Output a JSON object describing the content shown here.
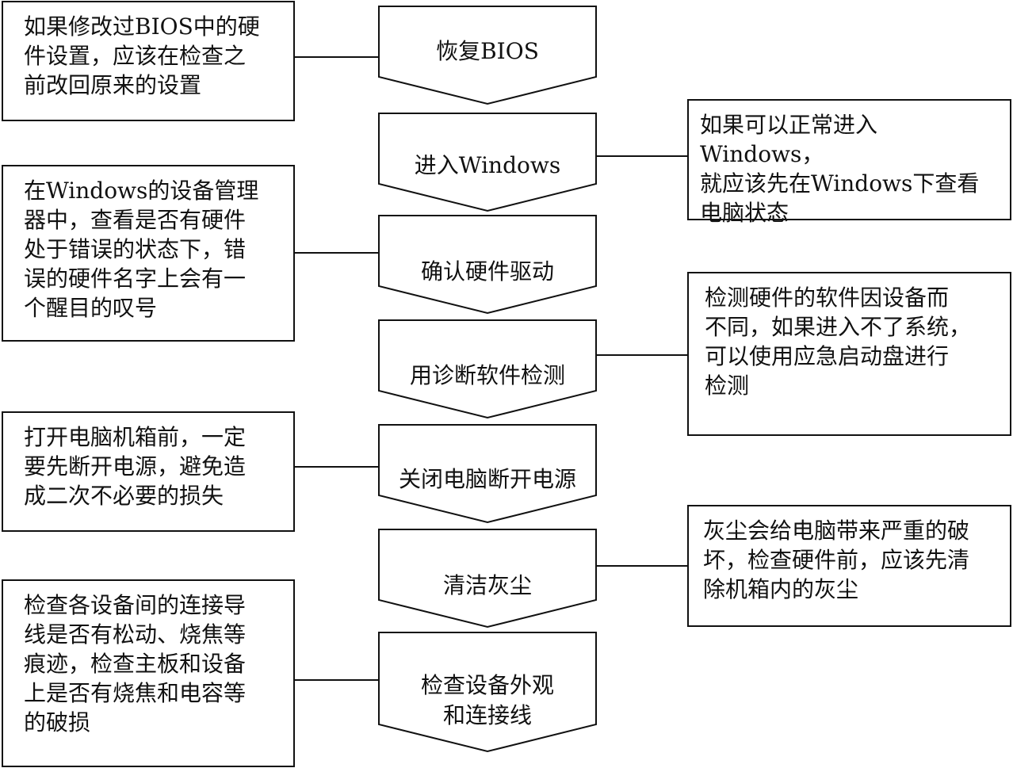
{
  "steps": [
    {
      "label": "恢复BIOS"
    },
    {
      "label": "进入Windows"
    },
    {
      "label": "确认硬件驱动"
    },
    {
      "label": "用诊断软件检测"
    },
    {
      "label": "关闭电脑断开电源"
    },
    {
      "label": "清洁灰尘"
    },
    {
      "label": "检查设备外观\n和连接线"
    }
  ],
  "notes_left": [
    {
      "text": "如果修改过BIOS中的硬\n件设置，应该在检查之\n前改回原来的设置"
    },
    {
      "text": "在Windows的设备管理\n器中，查看是否有硬件\n处于错误的状态下，错\n误的硬件名字上会有一\n个醒目的叹号"
    },
    {
      "text": "打开电脑机箱前，一定\n要先断开电源，避免造\n成二次不必要的损失"
    },
    {
      "text": "检查各设备间的连接导\n线是否有松动、烧焦等\n痕迹，检查主板和设备\n上是否有烧焦和电容等\n的破损"
    }
  ],
  "notes_right": [
    {
      "text": "如果可以正常进入Windows，\n就应该先在Windows下查看\n电脑状态"
    },
    {
      "text": "检测硬件的软件因设备而\n不同，如果进入不了系统，\n可以使用应急启动盘进行\n检测"
    },
    {
      "text": "灰尘会给电脑带来严重的破\n坏，检查硬件前，应该先清\n除机箱内的灰尘"
    }
  ]
}
